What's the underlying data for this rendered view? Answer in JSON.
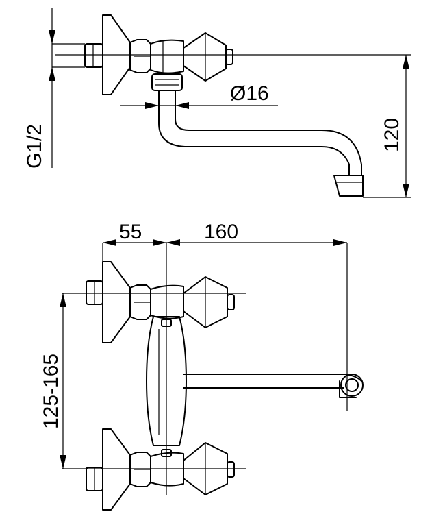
{
  "dimensions": {
    "thread": "G1/2",
    "pipe_diameter": "Ø16",
    "spout_height": "120",
    "offset_left": "55",
    "spout_length": "160",
    "center_distance": "125-165"
  },
  "colors": {
    "line": "#000000",
    "background": "#ffffff"
  }
}
